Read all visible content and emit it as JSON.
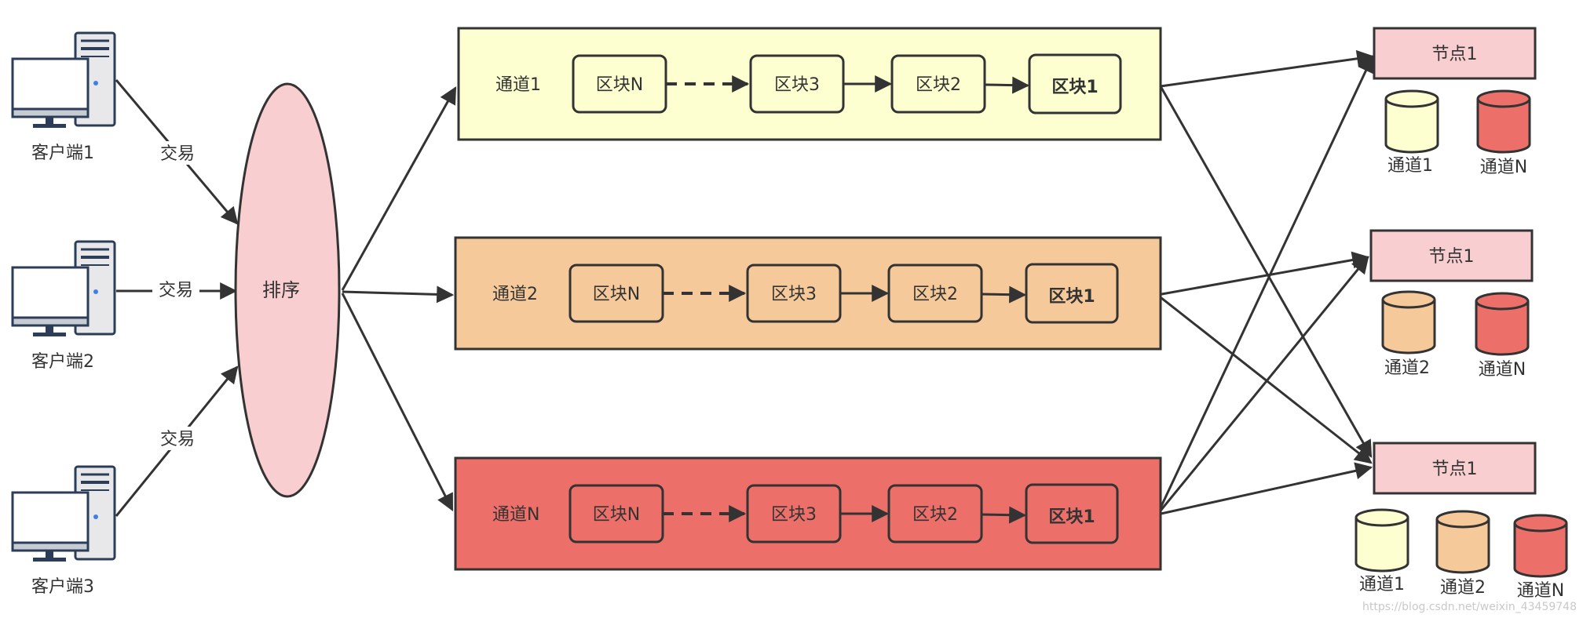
{
  "colors": {
    "stroke": "#333333",
    "ellipse_fill": "#f8ced0",
    "channel1_fill": "#feffd0",
    "channel2_fill": "#f6c99a",
    "channelN_fill": "#ec6f69",
    "node_fill": "#f8ced0"
  },
  "clients": [
    {
      "label": "客户端1"
    },
    {
      "label": "客户端2"
    },
    {
      "label": "客户端3"
    }
  ],
  "transaction_label": "交易",
  "orderer_label": "排序",
  "channels": [
    {
      "label": "通道1",
      "color_key": "channel1_fill",
      "blocks": [
        "区块N",
        "区块3",
        "区块2",
        "区块1"
      ]
    },
    {
      "label": "通道2",
      "color_key": "channel2_fill",
      "blocks": [
        "区块N",
        "区块3",
        "区块2",
        "区块1"
      ]
    },
    {
      "label": "通道N",
      "color_key": "channelN_fill",
      "blocks": [
        "区块N",
        "区块3",
        "区块2",
        "区块1"
      ]
    }
  ],
  "nodes": [
    {
      "label": "节点1",
      "ledgers": [
        {
          "label": "通道1",
          "color_key": "channel1_fill"
        },
        {
          "label": "通道N",
          "color_key": "channelN_fill"
        }
      ]
    },
    {
      "label": "节点1",
      "ledgers": [
        {
          "label": "通道2",
          "color_key": "channel2_fill"
        },
        {
          "label": "通道N",
          "color_key": "channelN_fill"
        }
      ]
    },
    {
      "label": "节点1",
      "ledgers": [
        {
          "label": "通道1",
          "color_key": "channel1_fill"
        },
        {
          "label": "通道2",
          "color_key": "channel2_fill"
        },
        {
          "label": "通道N",
          "color_key": "channelN_fill"
        }
      ]
    }
  ],
  "watermark": "https://blog.csdn.net/weixin_43459748"
}
